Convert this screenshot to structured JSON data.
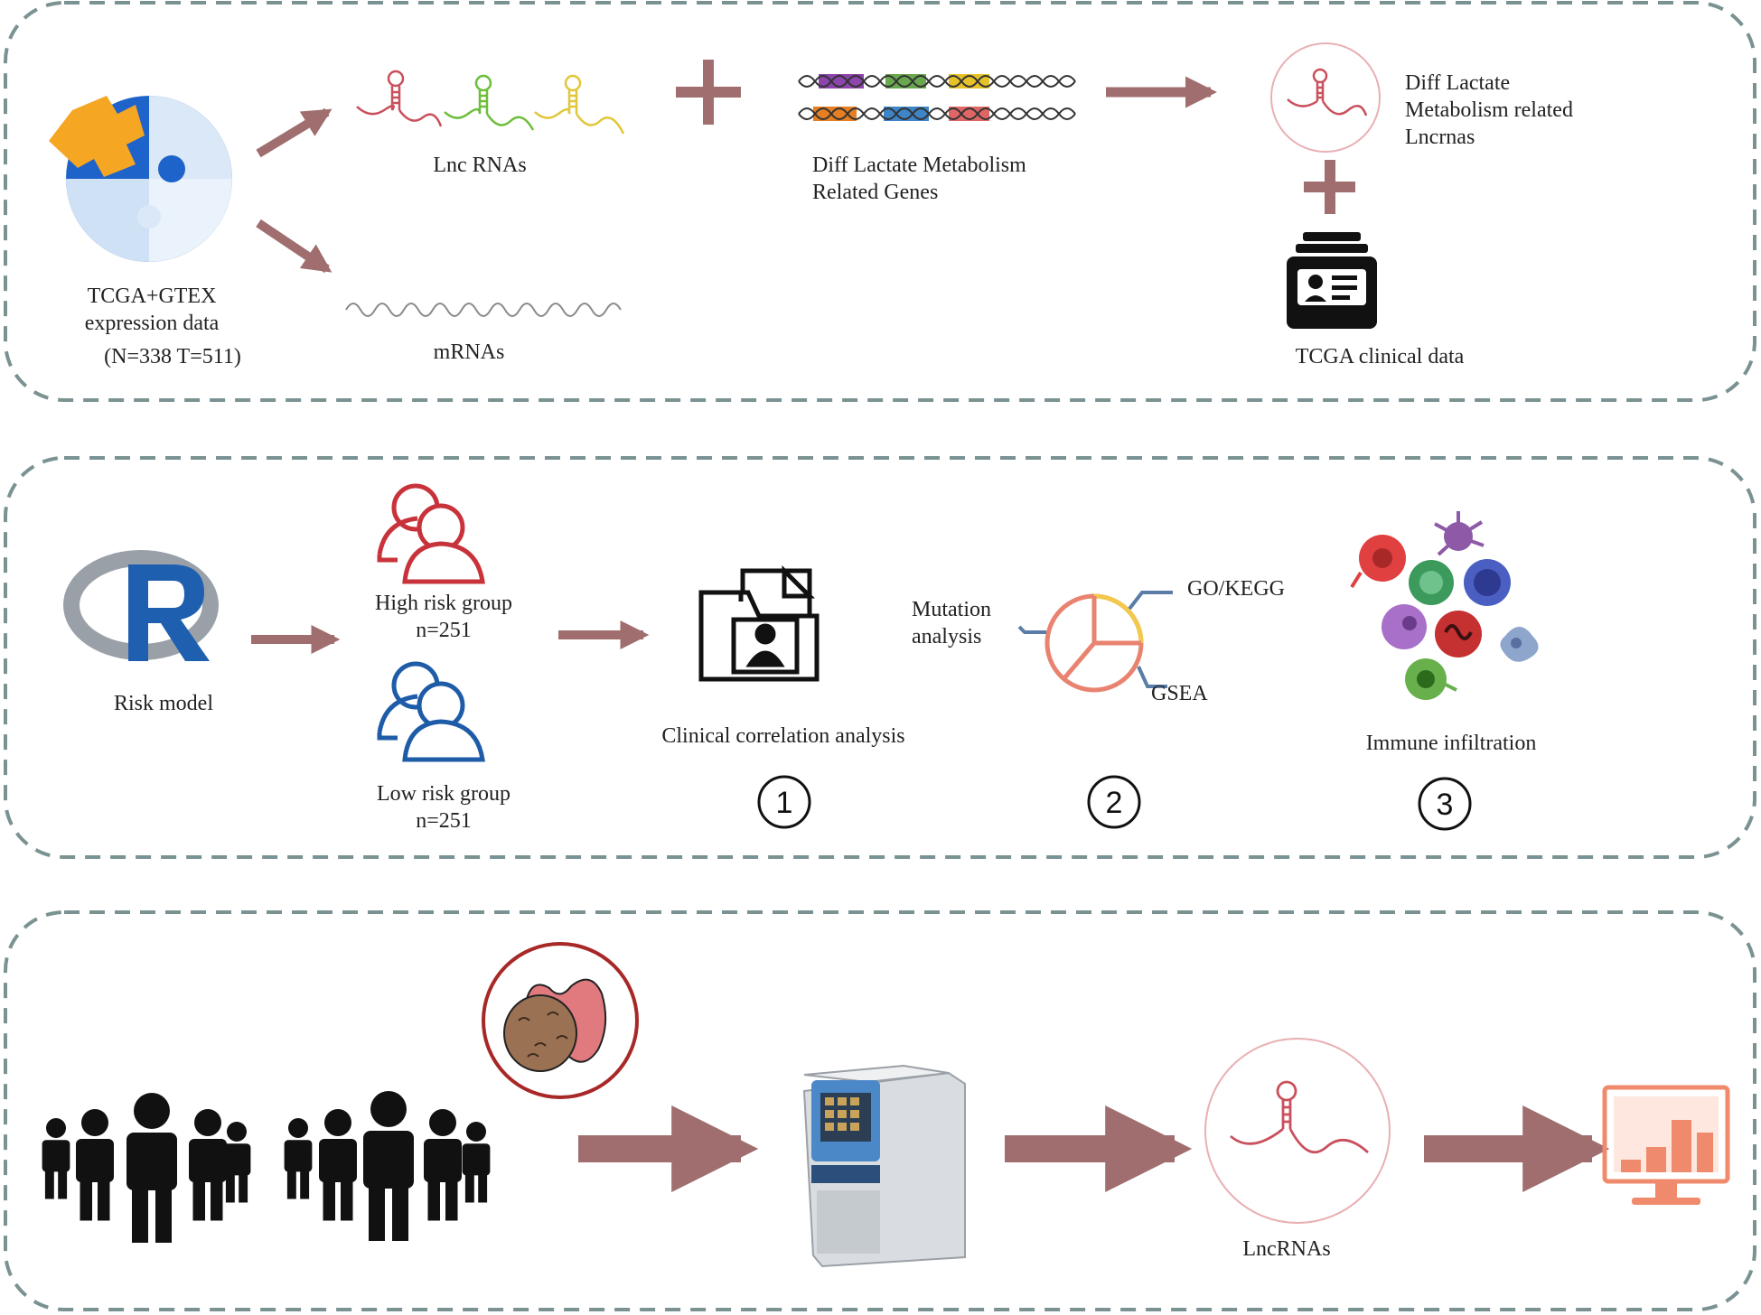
{
  "colors": {
    "panel_border": "#7a9292",
    "arrow": "#a06e6e",
    "rna_red": "#c9505d",
    "rna_green": "#6cbe3a",
    "rna_yellow": "#e2c63a",
    "high_risk": "#c8333b",
    "low_risk": "#1f5ca8",
    "r_logo_grey": "#9aa0a8",
    "r_logo_blue": "#1f5fb0",
    "pie_stroke": "#e9826f",
    "monitor": "#f08a6c"
  },
  "panel1": {
    "tcga_gtex_label": [
      "TCGA+GTEX",
      "expression data",
      "(N=338 T=511)"
    ],
    "lnc_rnas_label": "Lnc RNAs",
    "mrnas_label": "mRNAs",
    "diff_genes_label": [
      "Diff  Lactate Metabolism",
      "Related Genes"
    ],
    "diff_lncrnas_label": [
      "Diff  Lactate",
      "Metabolism related",
      "Lncrnas"
    ],
    "clinical_label": "TCGA clinical data",
    "icons": [
      "puzzle-globe-icon",
      "lncrna-icon",
      "dna-helix-icon",
      "clipboard-profile-icon"
    ]
  },
  "panel2": {
    "risk_model_label": "Risk model",
    "high_risk_label": [
      "High risk group",
      "n=251"
    ],
    "low_risk_label": [
      "Low risk group",
      "n=251"
    ],
    "clinical_corr_label": "Clinical correlation analysis",
    "mutation_label": [
      "Mutation",
      "analysis"
    ],
    "gokegg_label": "GO/KEGG",
    "gsea_label": "GSEA",
    "immune_label": "Immune infiltration",
    "step_numbers": [
      "1",
      "2",
      "3"
    ],
    "icons": [
      "r-logo-icon",
      "people-group-icon",
      "folder-profile-icon",
      "pie-chart-icon",
      "immune-cells-icon"
    ]
  },
  "panel3": {
    "lncrnas_label": "LncRNAs",
    "icons": [
      "crowd-icon",
      "thyroid-tissue-icon",
      "pcr-machine-icon",
      "lncrna-icon",
      "monitor-chart-icon"
    ]
  }
}
